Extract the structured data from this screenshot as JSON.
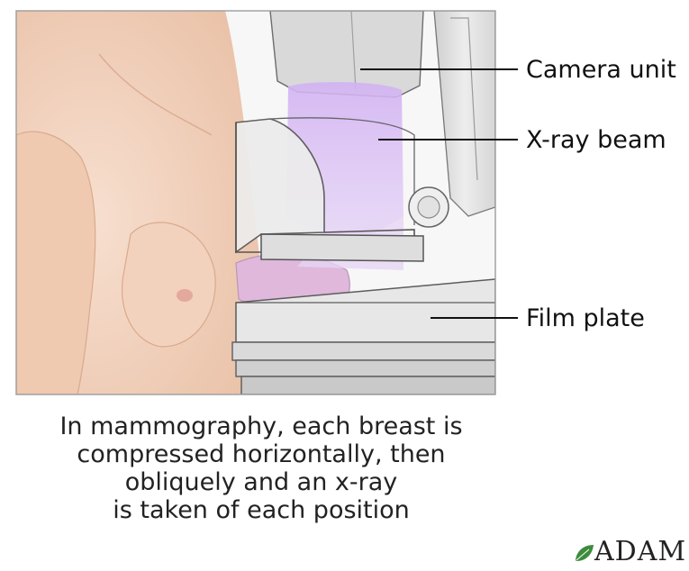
{
  "labels": {
    "camera_unit": "Camera unit",
    "xray_beam": "X-ray beam",
    "film_plate": "Film plate"
  },
  "caption": [
    "In mammography, each breast is",
    "compressed horizontally, then",
    "obliquely and an x-ray",
    "is taken of each position"
  ],
  "logo": {
    "text": "ADAM",
    "leaf_color": "#3e8b3e"
  },
  "colors": {
    "skin": "#f2d3bf",
    "beam": "#c9a6ec",
    "machine": "#e4e4e4",
    "outline": "#555555"
  }
}
